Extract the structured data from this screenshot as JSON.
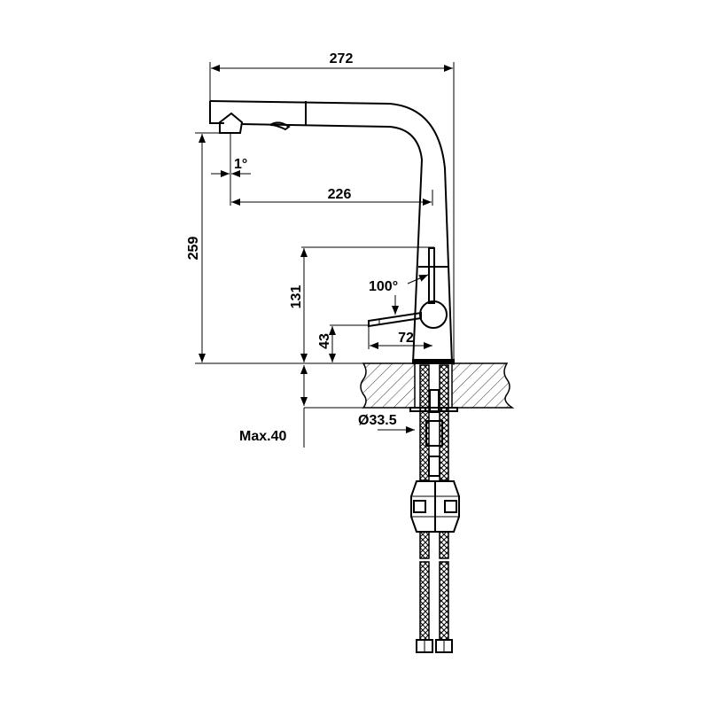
{
  "diagram": {
    "title": "Kitchen faucet technical drawing",
    "dimensions": {
      "overall_width": "272",
      "spout_reach": "226",
      "spout_angle": "1°",
      "spout_height": "259",
      "lever_height": "131",
      "lever_angle": "100°",
      "lever_base_height": "43",
      "lever_reach": "72",
      "hole_diameter": "Ø33.5",
      "max_counter_thickness": "Max.40"
    },
    "colors": {
      "line": "#000000",
      "background": "#ffffff"
    }
  }
}
